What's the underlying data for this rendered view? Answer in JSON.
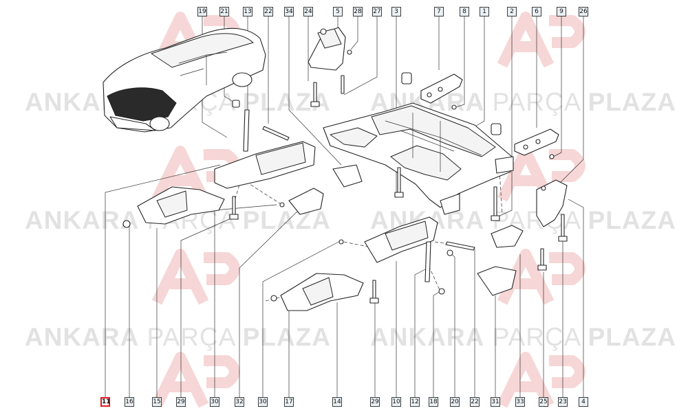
{
  "watermark": {
    "word1": "ANKARA",
    "word2": "PARÇA",
    "word3": "PLAZA",
    "colors": {
      "text": "#e2e2e2",
      "logo": "#f6d6d6"
    }
  },
  "callouts_top": [
    "19",
    "21",
    "13",
    "22",
    "34",
    "24",
    "5",
    "28",
    "27",
    "3",
    "7",
    "8",
    "1",
    "2",
    "6",
    "9",
    "26"
  ],
  "callouts_bottom": [
    "11",
    "16",
    "15",
    "29",
    "30",
    "32",
    "30",
    "17",
    "14",
    "29",
    "10",
    "12",
    "18",
    "20",
    "22",
    "31",
    "33",
    "25",
    "23",
    "4"
  ],
  "highlighted_callout": "11",
  "colors": {
    "callout_fill": "#eaf1f5",
    "callout_border": "#3a3a3a",
    "highlight": "#e0191f",
    "line": "#333333"
  }
}
